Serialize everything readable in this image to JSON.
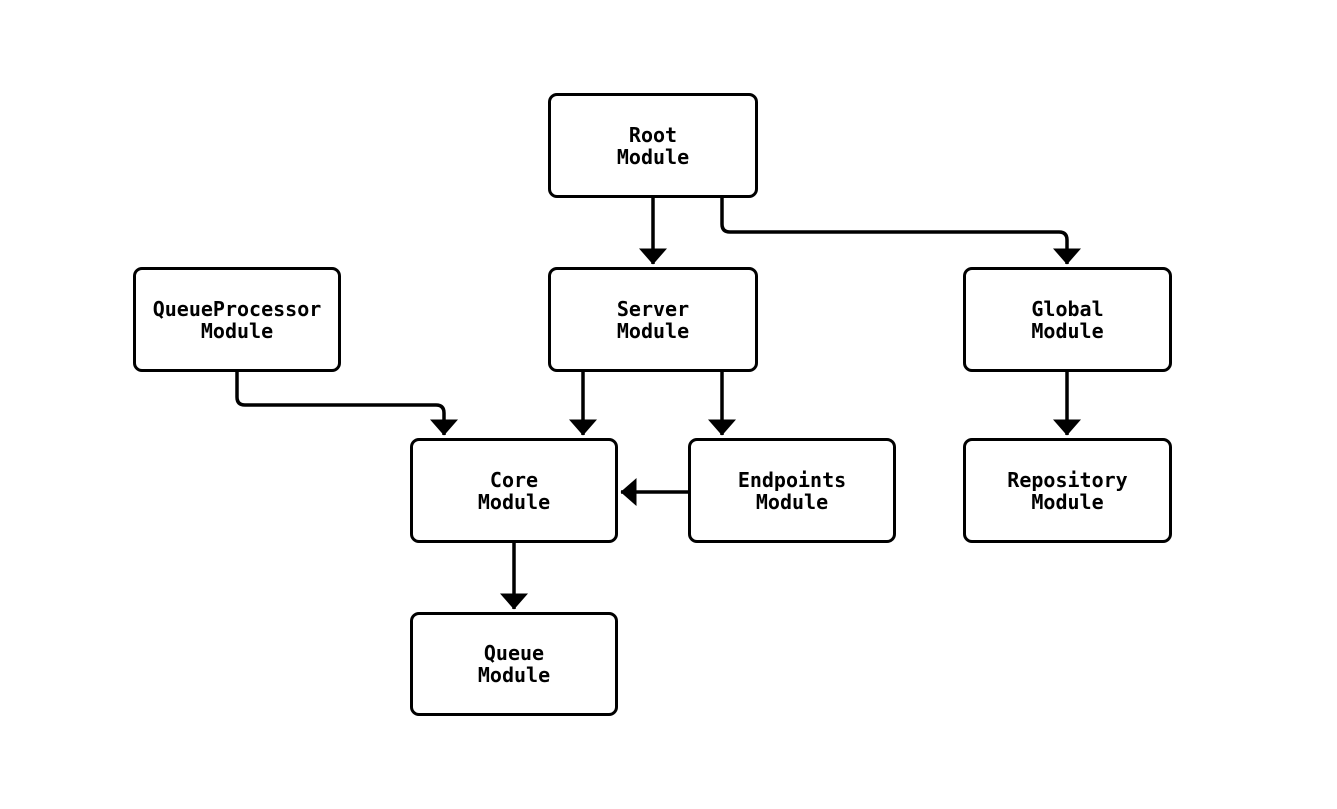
{
  "diagram": {
    "type": "module-dependency-flowchart",
    "background_color": "#ffffff",
    "stroke_color": "#000000",
    "text_color": "#000000",
    "nodes": [
      {
        "id": "root",
        "label": "Root\nModule"
      },
      {
        "id": "queueprocessor",
        "label": "QueueProcessor\nModule"
      },
      {
        "id": "server",
        "label": "Server\nModule"
      },
      {
        "id": "global",
        "label": "Global\nModule"
      },
      {
        "id": "core",
        "label": "Core\nModule"
      },
      {
        "id": "endpoints",
        "label": "Endpoints\nModule"
      },
      {
        "id": "repository",
        "label": "Repository\nModule"
      },
      {
        "id": "queue",
        "label": "Queue\nModule"
      }
    ],
    "edges": [
      {
        "from": "root",
        "to": "server"
      },
      {
        "from": "root",
        "to": "global"
      },
      {
        "from": "queueprocessor",
        "to": "core"
      },
      {
        "from": "server",
        "to": "core"
      },
      {
        "from": "server",
        "to": "endpoints"
      },
      {
        "from": "endpoints",
        "to": "core"
      },
      {
        "from": "global",
        "to": "repository"
      },
      {
        "from": "core",
        "to": "queue"
      }
    ]
  }
}
